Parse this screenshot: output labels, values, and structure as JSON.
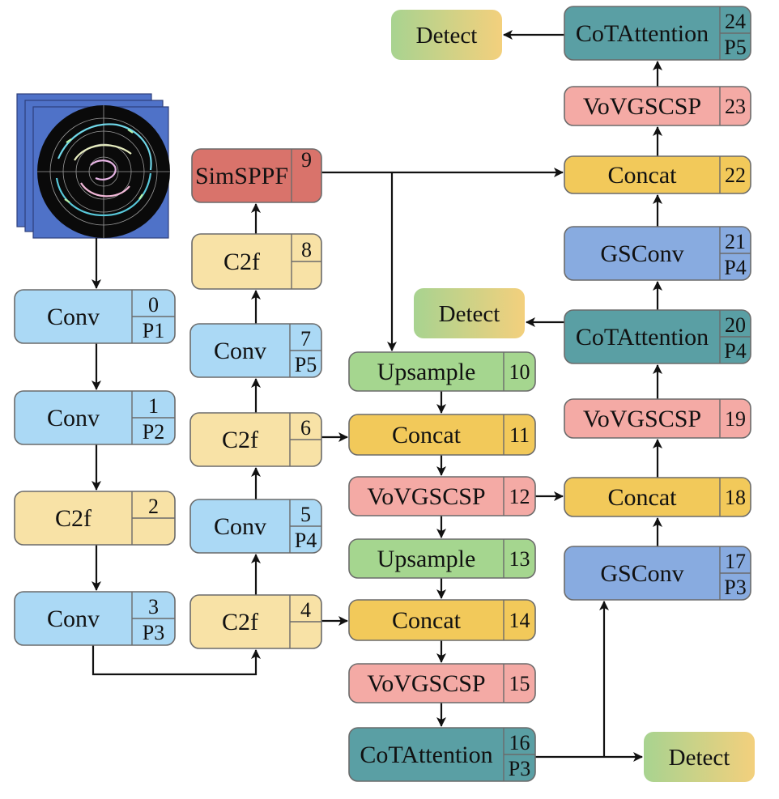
{
  "colors": {
    "conv": "#abd9f5",
    "c2f": "#f8e2a6",
    "simsppf": "#d9736b",
    "upsample": "#a5d68f",
    "concat": "#f2c95a",
    "vovgscsp": "#f4aaa5",
    "cotattention": "#5a9fa4",
    "gsconv": "#88abe0",
    "detect_from": "#a8d390",
    "detect_to": "#f3d07d",
    "radar_frame": "#4f72c8"
  },
  "nodes": [
    {
      "id": "n0",
      "type": "conv",
      "label": "Conv",
      "index": "0",
      "level": "P1"
    },
    {
      "id": "n1",
      "type": "conv",
      "label": "Conv",
      "index": "1",
      "level": "P2"
    },
    {
      "id": "n2",
      "type": "c2f",
      "label": "C2f",
      "index": "2",
      "level": ""
    },
    {
      "id": "n3",
      "type": "conv",
      "label": "Conv",
      "index": "3",
      "level": "P3"
    },
    {
      "id": "n4",
      "type": "c2f",
      "label": "C2f",
      "index": "4",
      "level": ""
    },
    {
      "id": "n5",
      "type": "conv",
      "label": "Conv",
      "index": "5",
      "level": "P4"
    },
    {
      "id": "n6",
      "type": "c2f",
      "label": "C2f",
      "index": "6",
      "level": ""
    },
    {
      "id": "n7",
      "type": "conv",
      "label": "Conv",
      "index": "7",
      "level": "P5"
    },
    {
      "id": "n8",
      "type": "c2f",
      "label": "C2f",
      "index": "8",
      "level": ""
    },
    {
      "id": "n9",
      "type": "simsppf",
      "label": "SimSPPF",
      "index": "9"
    },
    {
      "id": "n10",
      "type": "upsample",
      "label": "Upsample",
      "index": "10"
    },
    {
      "id": "n11",
      "type": "concat",
      "label": "Concat",
      "index": "11"
    },
    {
      "id": "n12",
      "type": "vovgscsp",
      "label": "VoVGSCSP",
      "index": "12"
    },
    {
      "id": "n13",
      "type": "upsample",
      "label": "Upsample",
      "index": "13"
    },
    {
      "id": "n14",
      "type": "concat",
      "label": "Concat",
      "index": "14"
    },
    {
      "id": "n15",
      "type": "vovgscsp",
      "label": "VoVGSCSP",
      "index": "15"
    },
    {
      "id": "n16",
      "type": "cotattention",
      "label": "CoTAttention",
      "index": "16",
      "level": "P3"
    },
    {
      "id": "n17",
      "type": "gsconv",
      "label": "GSConv",
      "index": "17",
      "level": "P3"
    },
    {
      "id": "n18",
      "type": "concat",
      "label": "Concat",
      "index": "18"
    },
    {
      "id": "n19",
      "type": "vovgscsp",
      "label": "VoVGSCSP",
      "index": "19"
    },
    {
      "id": "n20",
      "type": "cotattention",
      "label": "CoTAttention",
      "index": "20",
      "level": "P4"
    },
    {
      "id": "n21",
      "type": "gsconv",
      "label": "GSConv",
      "index": "21",
      "level": "P4"
    },
    {
      "id": "n22",
      "type": "concat",
      "label": "Concat",
      "index": "22"
    },
    {
      "id": "n23",
      "type": "vovgscsp",
      "label": "VoVGSCSP",
      "index": "23"
    },
    {
      "id": "n24",
      "type": "cotattention",
      "label": "CoTAttention",
      "index": "24",
      "level": "P5"
    }
  ],
  "detects": [
    {
      "id": "d_p5",
      "label": "Detect"
    },
    {
      "id": "d_p4",
      "label": "Detect"
    },
    {
      "id": "d_p3",
      "label": "Detect"
    }
  ],
  "edges": [
    [
      "img",
      "n0"
    ],
    [
      "n0",
      "n1"
    ],
    [
      "n1",
      "n2"
    ],
    [
      "n2",
      "n3"
    ],
    [
      "n3",
      "n4"
    ],
    [
      "n4",
      "n5"
    ],
    [
      "n5",
      "n6"
    ],
    [
      "n6",
      "n7"
    ],
    [
      "n7",
      "n8"
    ],
    [
      "n8",
      "n9"
    ],
    [
      "n9",
      "n10"
    ],
    [
      "n9",
      "n22"
    ],
    [
      "n10",
      "n11"
    ],
    [
      "n6",
      "n11"
    ],
    [
      "n11",
      "n12"
    ],
    [
      "n12",
      "n13"
    ],
    [
      "n12",
      "n18"
    ],
    [
      "n13",
      "n14"
    ],
    [
      "n4",
      "n14"
    ],
    [
      "n14",
      "n15"
    ],
    [
      "n15",
      "n16"
    ],
    [
      "n16",
      "d_p3"
    ],
    [
      "n16",
      "n17"
    ],
    [
      "n17",
      "n18"
    ],
    [
      "n18",
      "n19"
    ],
    [
      "n19",
      "n20"
    ],
    [
      "n20",
      "d_p4"
    ],
    [
      "n20",
      "n21"
    ],
    [
      "n21",
      "n22"
    ],
    [
      "n22",
      "n23"
    ],
    [
      "n23",
      "n24"
    ],
    [
      "n24",
      "d_p5"
    ]
  ]
}
